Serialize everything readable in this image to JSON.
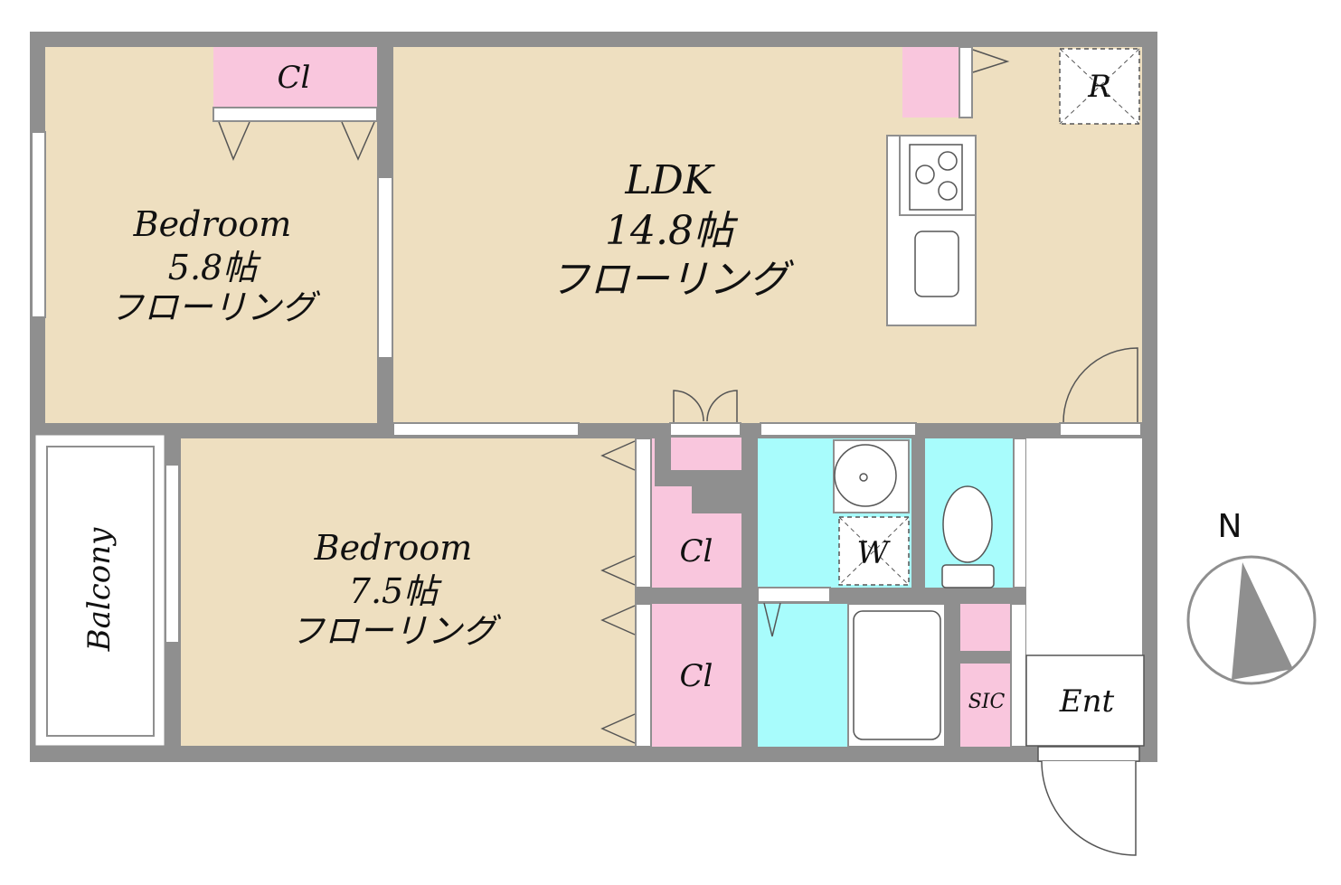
{
  "colors": {
    "wall": "#8f8f8f",
    "room_floor": "#eedfc0",
    "closet": "#f9c6dd",
    "wet_area": "#a8fcfc",
    "white": "#ffffff"
  },
  "rooms": {
    "bedroom1": {
      "name": "Bedroom",
      "size": "5.8帖",
      "floor": "フローリング"
    },
    "ldk": {
      "name": "LDK",
      "size": "14.8帖",
      "floor": "フローリング"
    },
    "bedroom2": {
      "name": "Bedroom",
      "size": "7.5帖",
      "floor": "フローリング"
    }
  },
  "labels": {
    "closet_top": "Cl",
    "closet_mid": "Cl",
    "closet_low": "Cl",
    "refrigerator": "R",
    "washer": "W",
    "shoe_closet": "SIC",
    "entrance": "Ent",
    "balcony": "Balcony",
    "north": "N"
  }
}
